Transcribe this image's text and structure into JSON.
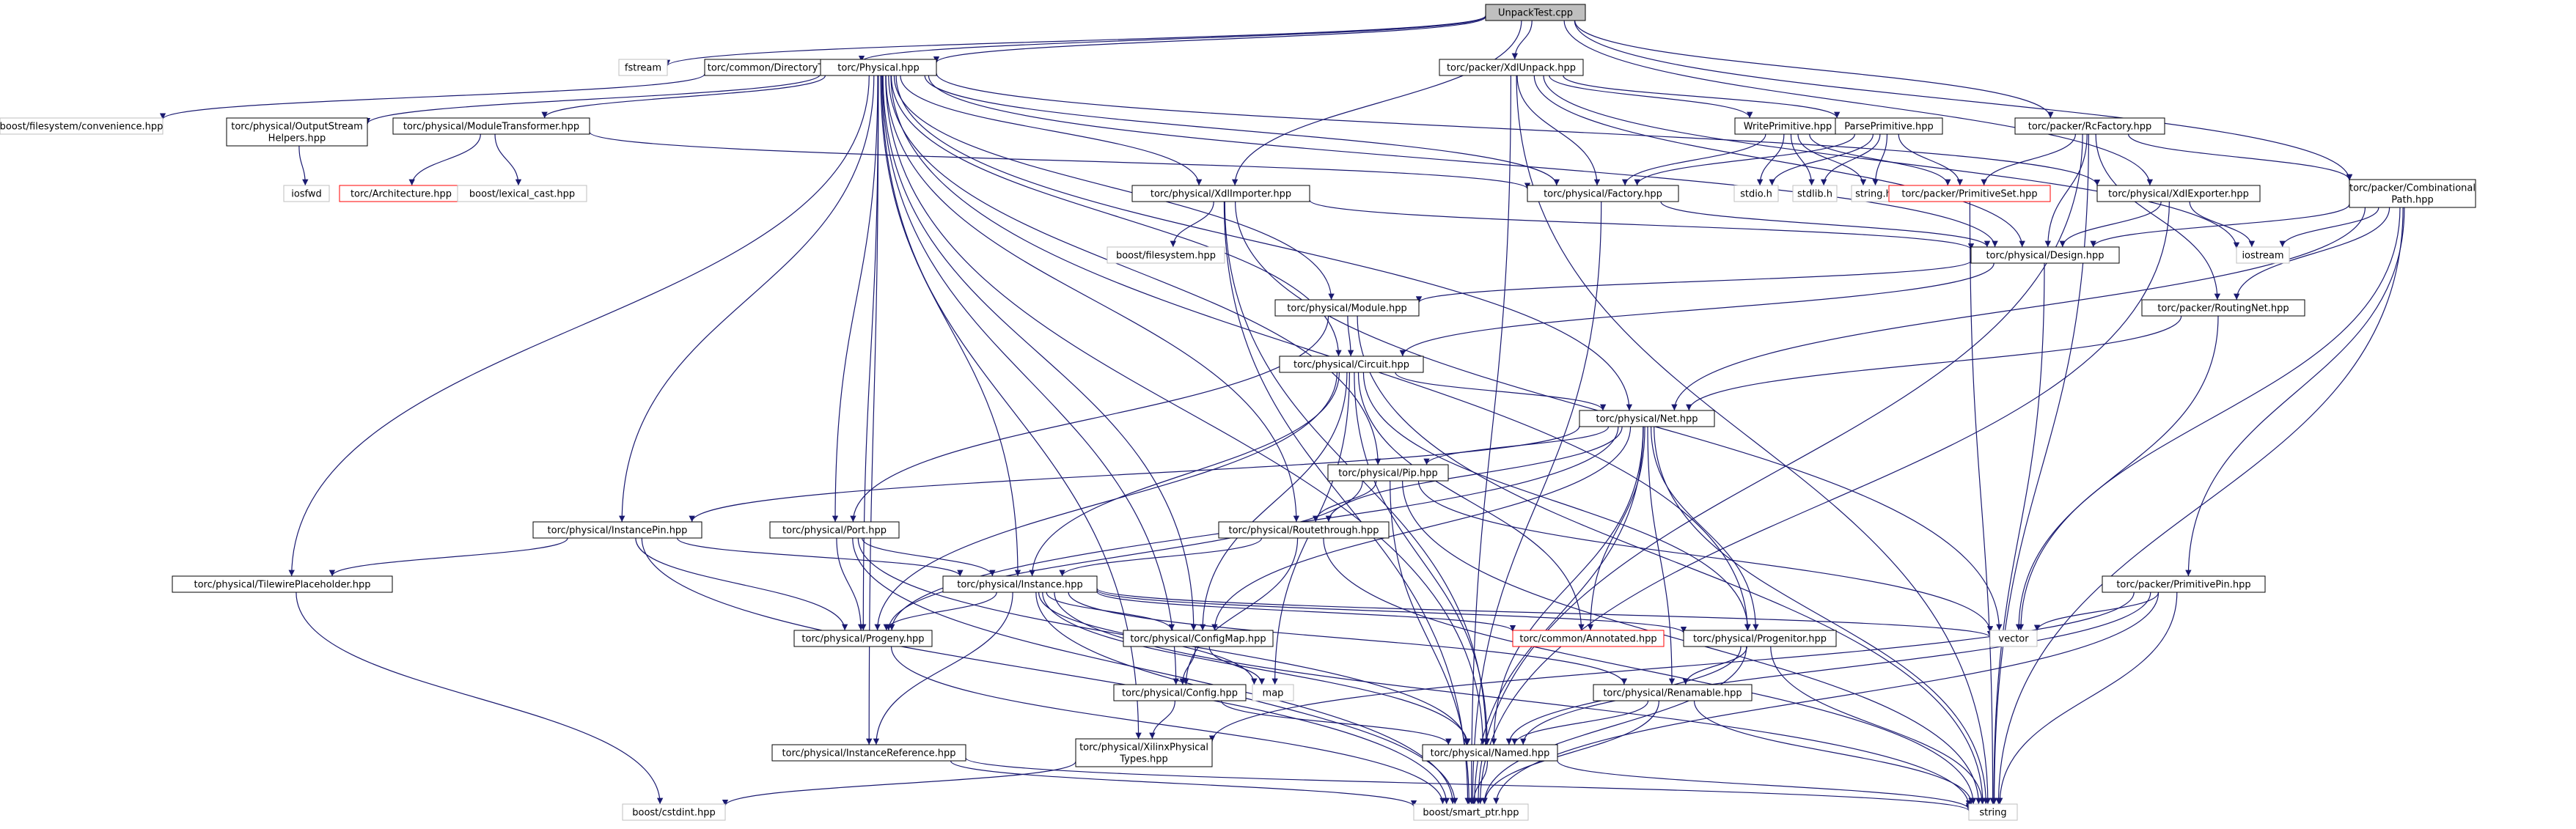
{
  "colors": {
    "edge": "#191970",
    "node_border": "#000000",
    "node_border_missing": "#bfbfbf",
    "node_border_truncated": "#ff0000",
    "node_fill": "#ffffff",
    "root_fill": "#bfbfbf",
    "text": "#000000"
  },
  "nodes": [
    {
      "id": "root",
      "label": [
        "UnpackTest.cpp"
      ],
      "style": "root"
    },
    {
      "id": "fstream",
      "label": [
        "fstream"
      ],
      "style": "missing"
    },
    {
      "id": "dirtree",
      "label": [
        "torc/common/DirectoryTree.hpp"
      ],
      "style": "normal"
    },
    {
      "id": "physical",
      "label": [
        "torc/Physical.hpp"
      ],
      "style": "normal"
    },
    {
      "id": "xdlunpack",
      "label": [
        "torc/packer/XdlUnpack.hpp"
      ],
      "style": "normal"
    },
    {
      "id": "rcfactory",
      "label": [
        "torc/packer/RcFactory.hpp"
      ],
      "style": "normal"
    },
    {
      "id": "convenience",
      "label": [
        "boost/filesystem/convenience.hpp"
      ],
      "style": "missing"
    },
    {
      "id": "osh",
      "label": [
        "torc/physical/OutputStream",
        "Helpers.hpp"
      ],
      "style": "normal"
    },
    {
      "id": "modtrans",
      "label": [
        "torc/physical/ModuleTransformer.hpp"
      ],
      "style": "normal"
    },
    {
      "id": "iosfwd",
      "label": [
        "iosfwd"
      ],
      "style": "missing"
    },
    {
      "id": "arch",
      "label": [
        "torc/Architecture.hpp"
      ],
      "style": "truncated"
    },
    {
      "id": "lexcast",
      "label": [
        "boost/lexical_cast.hpp"
      ],
      "style": "missing"
    },
    {
      "id": "writeprim",
      "label": [
        "WritePrimitive.hpp"
      ],
      "style": "normal"
    },
    {
      "id": "parseprim",
      "label": [
        "ParsePrimitive.hpp"
      ],
      "style": "normal"
    },
    {
      "id": "xdlimporter",
      "label": [
        "torc/physical/XdlImporter.hpp"
      ],
      "style": "normal"
    },
    {
      "id": "factory",
      "label": [
        "torc/physical/Factory.hpp"
      ],
      "style": "normal"
    },
    {
      "id": "stdioh",
      "label": [
        "stdio.h"
      ],
      "style": "missing"
    },
    {
      "id": "stdlibh",
      "label": [
        "stdlib.h"
      ],
      "style": "missing"
    },
    {
      "id": "stringh",
      "label": [
        "string.h"
      ],
      "style": "missing"
    },
    {
      "id": "primset",
      "label": [
        "torc/packer/PrimitiveSet.hpp"
      ],
      "style": "truncated"
    },
    {
      "id": "xdlexporter",
      "label": [
        "torc/physical/XdlExporter.hpp"
      ],
      "style": "normal"
    },
    {
      "id": "combpath",
      "label": [
        "torc/packer/Combinational",
        "Path.hpp"
      ],
      "style": "normal"
    },
    {
      "id": "filesystem",
      "label": [
        "boost/filesystem.hpp"
      ],
      "style": "missing"
    },
    {
      "id": "design",
      "label": [
        "torc/physical/Design.hpp"
      ],
      "style": "normal"
    },
    {
      "id": "iostream",
      "label": [
        "iostream"
      ],
      "style": "missing"
    },
    {
      "id": "module",
      "label": [
        "torc/physical/Module.hpp"
      ],
      "style": "normal"
    },
    {
      "id": "routingnet",
      "label": [
        "torc/packer/RoutingNet.hpp"
      ],
      "style": "normal"
    },
    {
      "id": "circuit",
      "label": [
        "torc/physical/Circuit.hpp"
      ],
      "style": "normal"
    },
    {
      "id": "net",
      "label": [
        "torc/physical/Net.hpp"
      ],
      "style": "normal"
    },
    {
      "id": "pip",
      "label": [
        "torc/physical/Pip.hpp"
      ],
      "style": "normal"
    },
    {
      "id": "instancepin",
      "label": [
        "torc/physical/InstancePin.hpp"
      ],
      "style": "normal"
    },
    {
      "id": "port",
      "label": [
        "torc/physical/Port.hpp"
      ],
      "style": "normal"
    },
    {
      "id": "routethrough",
      "label": [
        "torc/physical/Routethrough.hpp"
      ],
      "style": "normal"
    },
    {
      "id": "tileplace",
      "label": [
        "torc/physical/TilewirePlaceholder.hpp"
      ],
      "style": "normal"
    },
    {
      "id": "instance",
      "label": [
        "torc/physical/Instance.hpp"
      ],
      "style": "normal"
    },
    {
      "id": "primpin",
      "label": [
        "torc/packer/PrimitivePin.hpp"
      ],
      "style": "normal"
    },
    {
      "id": "progeny",
      "label": [
        "torc/physical/Progeny.hpp"
      ],
      "style": "normal"
    },
    {
      "id": "configmap",
      "label": [
        "torc/physical/ConfigMap.hpp"
      ],
      "style": "normal"
    },
    {
      "id": "annotated",
      "label": [
        "torc/common/Annotated.hpp"
      ],
      "style": "truncated"
    },
    {
      "id": "progenitor",
      "label": [
        "torc/physical/Progenitor.hpp"
      ],
      "style": "normal"
    },
    {
      "id": "vector",
      "label": [
        "vector"
      ],
      "style": "missing"
    },
    {
      "id": "map",
      "label": [
        "map"
      ],
      "style": "missing"
    },
    {
      "id": "config",
      "label": [
        "torc/physical/Config.hpp"
      ],
      "style": "normal"
    },
    {
      "id": "renamable",
      "label": [
        "torc/physical/Renamable.hpp"
      ],
      "style": "normal"
    },
    {
      "id": "instref",
      "label": [
        "torc/physical/InstanceReference.hpp"
      ],
      "style": "normal"
    },
    {
      "id": "xilinxtypes",
      "label": [
        "torc/physical/XilinxPhysical",
        "Types.hpp"
      ],
      "style": "normal"
    },
    {
      "id": "named",
      "label": [
        "torc/physical/Named.hpp"
      ],
      "style": "normal"
    },
    {
      "id": "cstdint",
      "label": [
        "boost/cstdint.hpp"
      ],
      "style": "missing"
    },
    {
      "id": "smartptr",
      "label": [
        "boost/smart_ptr.hpp"
      ],
      "style": "missing"
    },
    {
      "id": "string",
      "label": [
        "string"
      ],
      "style": "missing"
    }
  ],
  "edges": [
    [
      "root",
      "fstream"
    ],
    [
      "root",
      "dirtree"
    ],
    [
      "root",
      "physical"
    ],
    [
      "root",
      "xdlunpack"
    ],
    [
      "root",
      "rcfactory"
    ],
    [
      "root",
      "xdlimporter"
    ],
    [
      "root",
      "xdlexporter"
    ],
    [
      "root",
      "combpath"
    ],
    [
      "dirtree",
      "convenience"
    ],
    [
      "physical",
      "osh"
    ],
    [
      "physical",
      "modtrans"
    ],
    [
      "physical",
      "xdlimporter"
    ],
    [
      "physical",
      "factory"
    ],
    [
      "physical",
      "design"
    ],
    [
      "physical",
      "module"
    ],
    [
      "physical",
      "circuit"
    ],
    [
      "physical",
      "net"
    ],
    [
      "physical",
      "pip"
    ],
    [
      "physical",
      "instancepin"
    ],
    [
      "physical",
      "port"
    ],
    [
      "physical",
      "routethrough"
    ],
    [
      "physical",
      "tileplace"
    ],
    [
      "physical",
      "instance"
    ],
    [
      "physical",
      "progeny"
    ],
    [
      "physical",
      "configmap"
    ],
    [
      "physical",
      "config"
    ],
    [
      "physical",
      "instref"
    ],
    [
      "physical",
      "xilinxtypes"
    ],
    [
      "physical",
      "named"
    ],
    [
      "physical",
      "xdlexporter"
    ],
    [
      "physical",
      "progenitor"
    ],
    [
      "osh",
      "iosfwd"
    ],
    [
      "modtrans",
      "arch"
    ],
    [
      "modtrans",
      "lexcast"
    ],
    [
      "modtrans",
      "factory"
    ],
    [
      "xdlunpack",
      "writeprim"
    ],
    [
      "xdlunpack",
      "parseprim"
    ],
    [
      "xdlunpack",
      "factory"
    ],
    [
      "xdlunpack",
      "design"
    ],
    [
      "xdlunpack",
      "iostream"
    ],
    [
      "xdlunpack",
      "string"
    ],
    [
      "xdlunpack",
      "smartptr"
    ],
    [
      "writeprim",
      "stdioh"
    ],
    [
      "writeprim",
      "stdlibh"
    ],
    [
      "writeprim",
      "stringh"
    ],
    [
      "writeprim",
      "factory"
    ],
    [
      "writeprim",
      "primset"
    ],
    [
      "parseprim",
      "stdioh"
    ],
    [
      "parseprim",
      "stdlibh"
    ],
    [
      "parseprim",
      "stringh"
    ],
    [
      "parseprim",
      "factory"
    ],
    [
      "parseprim",
      "primset"
    ],
    [
      "rcfactory",
      "primset"
    ],
    [
      "rcfactory",
      "combpath"
    ],
    [
      "rcfactory",
      "routingnet"
    ],
    [
      "rcfactory",
      "design"
    ],
    [
      "rcfactory",
      "smartptr"
    ],
    [
      "rcfactory",
      "string"
    ],
    [
      "xdlimporter",
      "filesystem"
    ],
    [
      "xdlimporter",
      "design"
    ],
    [
      "xdlimporter",
      "vector"
    ],
    [
      "xdlimporter",
      "smartptr"
    ],
    [
      "xdlimporter",
      "named"
    ],
    [
      "factory",
      "design"
    ],
    [
      "factory",
      "smartptr"
    ],
    [
      "primset",
      "string"
    ],
    [
      "xdlexporter",
      "design"
    ],
    [
      "xdlexporter",
      "iostream"
    ],
    [
      "xdlexporter",
      "smartptr"
    ],
    [
      "combpath",
      "iostream"
    ],
    [
      "combpath",
      "primpin"
    ],
    [
      "combpath",
      "routingnet"
    ],
    [
      "combpath",
      "net"
    ],
    [
      "combpath",
      "vector"
    ],
    [
      "combpath",
      "design"
    ],
    [
      "combpath",
      "string"
    ],
    [
      "design",
      "module"
    ],
    [
      "design",
      "circuit"
    ],
    [
      "design",
      "string"
    ],
    [
      "module",
      "circuit"
    ],
    [
      "module",
      "port"
    ],
    [
      "module",
      "string"
    ],
    [
      "routingnet",
      "net"
    ],
    [
      "routingnet",
      "vector"
    ],
    [
      "circuit",
      "net"
    ],
    [
      "circuit",
      "instance"
    ],
    [
      "circuit",
      "progeny"
    ],
    [
      "circuit",
      "configmap"
    ],
    [
      "circuit",
      "annotated"
    ],
    [
      "circuit",
      "progenitor"
    ],
    [
      "circuit",
      "named"
    ],
    [
      "circuit",
      "map"
    ],
    [
      "net",
      "pip"
    ],
    [
      "net",
      "routethrough"
    ],
    [
      "net",
      "instancepin"
    ],
    [
      "net",
      "progeny"
    ],
    [
      "net",
      "configmap"
    ],
    [
      "net",
      "annotated"
    ],
    [
      "net",
      "progenitor"
    ],
    [
      "net",
      "renamable"
    ],
    [
      "net",
      "named"
    ],
    [
      "net",
      "smartptr"
    ],
    [
      "net",
      "string"
    ],
    [
      "pip",
      "routethrough"
    ],
    [
      "pip",
      "progeny"
    ],
    [
      "pip",
      "vector"
    ],
    [
      "pip",
      "smartptr"
    ],
    [
      "pip",
      "string"
    ],
    [
      "instancepin",
      "tileplace"
    ],
    [
      "instancepin",
      "instance"
    ],
    [
      "instancepin",
      "progeny"
    ],
    [
      "instancepin",
      "smartptr"
    ],
    [
      "port",
      "instance"
    ],
    [
      "port",
      "progeny"
    ],
    [
      "port",
      "smartptr"
    ],
    [
      "port",
      "named"
    ],
    [
      "routethrough",
      "instance"
    ],
    [
      "routethrough",
      "config"
    ],
    [
      "routethrough",
      "string"
    ],
    [
      "tileplace",
      "cstdint"
    ],
    [
      "instance",
      "progeny"
    ],
    [
      "instance",
      "configmap"
    ],
    [
      "instance",
      "annotated"
    ],
    [
      "instance",
      "progenitor"
    ],
    [
      "instance",
      "vector"
    ],
    [
      "instance",
      "map"
    ],
    [
      "instance",
      "renamable"
    ],
    [
      "instance",
      "instref"
    ],
    [
      "instance",
      "named"
    ],
    [
      "instance",
      "smartptr"
    ],
    [
      "instance",
      "string"
    ],
    [
      "primpin",
      "vector"
    ],
    [
      "primpin",
      "named"
    ],
    [
      "primpin",
      "xilinxtypes"
    ],
    [
      "primpin",
      "smartptr"
    ],
    [
      "primpin",
      "string"
    ],
    [
      "progeny",
      "smartptr"
    ],
    [
      "configmap",
      "config"
    ],
    [
      "configmap",
      "map"
    ],
    [
      "progenitor",
      "renamable"
    ],
    [
      "progenitor",
      "named"
    ],
    [
      "progenitor",
      "smartptr"
    ],
    [
      "progenitor",
      "string"
    ],
    [
      "config",
      "xilinxtypes"
    ],
    [
      "config",
      "named"
    ],
    [
      "renamable",
      "named"
    ],
    [
      "renamable",
      "smartptr"
    ],
    [
      "renamable",
      "string"
    ],
    [
      "instref",
      "smartptr"
    ],
    [
      "instref",
      "string"
    ],
    [
      "xilinxtypes",
      "cstdint"
    ],
    [
      "named",
      "smartptr"
    ],
    [
      "named",
      "string"
    ]
  ]
}
